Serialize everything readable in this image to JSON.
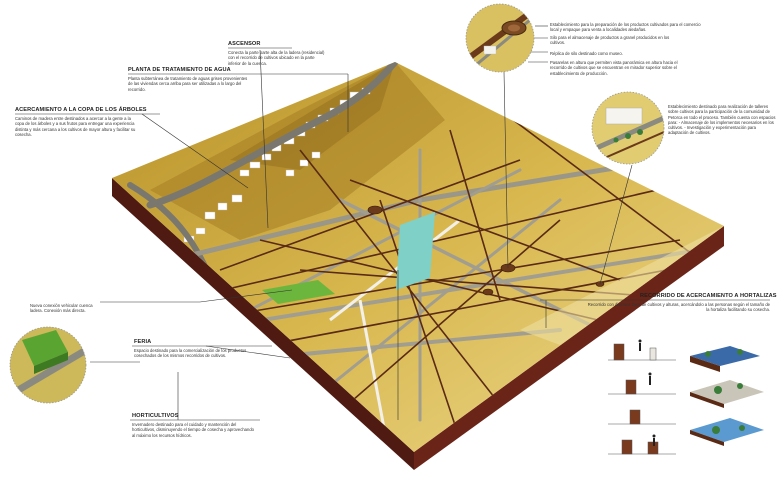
{
  "labels": {
    "ascensor": {
      "title": "ASCENSOR",
      "text": "Conecta la parte parte alta de la ladera (residencial) con el recorrido de cultivos ubicado en la parte inferior de la cuenca."
    },
    "planta": {
      "title": "PLANTA DE TRATAMIENTO DE AGUA",
      "text": "Planta subterránea de tratamiento de aguas grises provenientes de las viviendas cerca arriba para ser utilizadas a lo largo del recorrido."
    },
    "copa": {
      "title": "ACERCAMIENTO A LA COPA DE LOS ÁRBOLES",
      "text": "Caminos de madera entre destinados a acercar a la gente a la copa de los árboles y a sus frutos para entregar una experiencia distinta y más cercana a los cultivos de mayor altura y facilitar su cosecha."
    },
    "conexion": {
      "text": "Nueva conexión vehicular cuenca ladera. Conexión más directa."
    },
    "feria": {
      "title": "FERIA",
      "text": "Espacio destinado para la comercialización de los productos cosechados de los mismos recorridos de cultivos."
    },
    "huertos": {
      "title": "HORTICULTIVOS",
      "text": "Invernadero destinado para el cuidado y mantención del horticultivos, disminuyendo el tiempo de cosecha y aprovechando al máximo los recursos hídricos."
    },
    "top_right": {
      "text1": "Establecimiento para la preparación de los productos cultivados para el comercio local y empaque para venta a localidades aledañas.",
      "text2": "Silo para el almacenaje de productos a granel producidos en los cultivos.",
      "text3": "Réplica de silo destinado como museo.",
      "text4": "Pasarelas en altura que permiten vista panorámica en altura hacia el recorrido de cultivos que se encuentran en mirador superior sobre el establecimiento de producción."
    },
    "talleres": {
      "text": "Establecimiento destinado para realización de talleres sobre cultivos para la participación de la comunidad de Petorca en todo el proceso. También cuenta con espacios para: - Almacenaje de los implementos necesarios en los cultivos. - Investigación y experimentación para adaptación de cultivos."
    },
    "hortalizas": {
      "title": "RECORRIDO DE ACERCAMIENTO A HORTALIZAS",
      "text": "Recorrido con diversos tipos de cultivos y alturas, acercándolo a las personas según el tamaño de la hortaliza facilitando su cosecha."
    }
  },
  "colors": {
    "terrain": "#c9a232",
    "terrain_light": "#e1c768",
    "soil": "#5a1e16",
    "road": "#7c7a70",
    "path": "#5a2a14",
    "water": "#7fd0c7",
    "green": "#6db63e"
  }
}
